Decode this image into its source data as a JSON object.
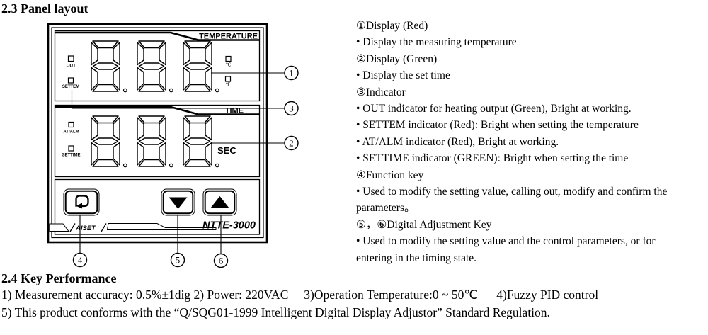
{
  "page": {
    "section_23_title": "2.3 Panel layout",
    "section_24_title": "2.4 Key Performance",
    "performance_lines": [
      "1) Measurement accuracy: 0.5%±1dig 2) Power: 220VAC     3)Operation Temperature:0 ~ 50℃      4)Fuzzy PID control",
      "5) This product conforms with the “Q/SQG01-1999 Intelligent Digital Display Adjustor” Standard Regulation."
    ]
  },
  "panel": {
    "model": "NTTE-3000",
    "brand": "AISET",
    "temperature_label": "TEMPERATURE",
    "time_label": "TIME",
    "sec_label": "SEC",
    "indicators": {
      "out": "OUT",
      "settem": "SETTEM",
      "at_alm": "AT/ALM",
      "settime": "SETTIME"
    },
    "units": {
      "celsius": "℃",
      "fahrenheit": "℉"
    },
    "callouts": [
      "1",
      "2",
      "3",
      "4",
      "5",
      "6"
    ]
  },
  "descriptions": [
    "①Display (Red)",
    "• Display the measuring temperature",
    "②Display (Green)",
    "• Display the set time",
    "③Indicator",
    "• OUT indicator for heating output (Green), Bright at working.",
    "• SETTEM indicator (Red): Bright when setting the temperature",
    "• AT/ALM indicator (Red), Bright at working.",
    "• SETTIME indicator (GREEN): Bright when setting the time",
    "④Function key",
    "• Used to modify the setting value, calling out, modify and confirm the",
    "parameters。",
    "⑤，⑥Digital Adjustment Key",
    "• Used to modify the setting value and the control parameters, or for",
    "entering in the timing state."
  ]
}
